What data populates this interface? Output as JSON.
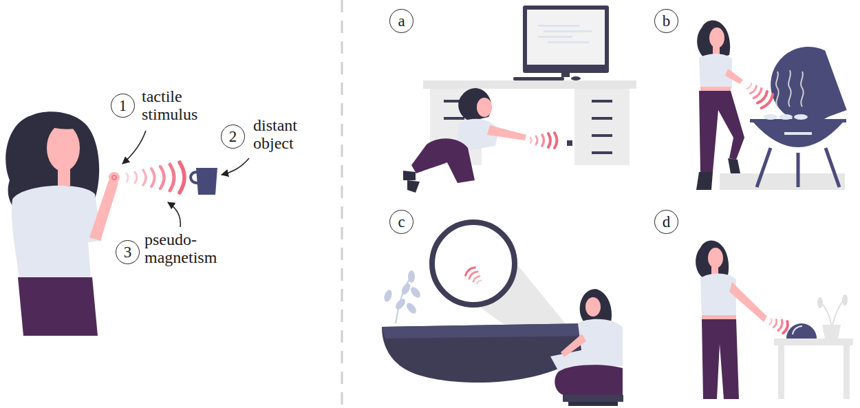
{
  "diagram": {
    "nodes": [
      {
        "text": [
          "1"
        ]
      },
      {
        "text": [
          "2"
        ]
      },
      {
        "text": [
          "3"
        ]
      },
      {
        "text": [
          "a"
        ]
      },
      {
        "text": [
          "b"
        ]
      },
      {
        "text": [
          "c"
        ]
      },
      {
        "text": [
          "d"
        ]
      }
    ],
    "edges": [],
    "labels": [
      "tactile stimulus",
      "distant object",
      "pseudo-magnetism"
    ]
  }
}
